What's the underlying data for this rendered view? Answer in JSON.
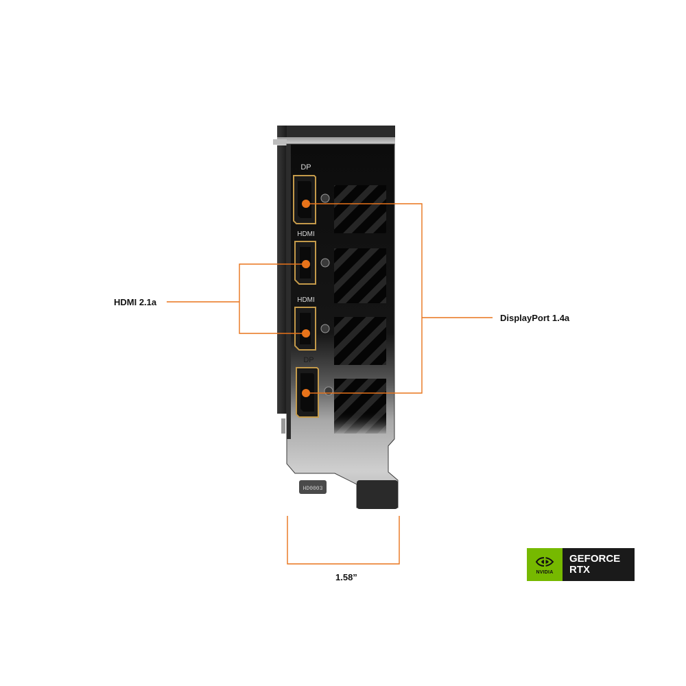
{
  "labels": {
    "hdmi": "HDMI 2.1a",
    "displayport": "DisplayPort 1.4a",
    "width": "1.58”"
  },
  "port_marks": {
    "dp": "DP",
    "hdmi": "HDMI",
    "bracket_code": "HD0003"
  },
  "badge": {
    "vendor": "NVIDIA",
    "line1": "GEFORCE",
    "line2": "RTX"
  },
  "colors": {
    "accent": "#e8731a",
    "nvidia_green": "#76b900",
    "badge_black": "#1a1a1a"
  }
}
